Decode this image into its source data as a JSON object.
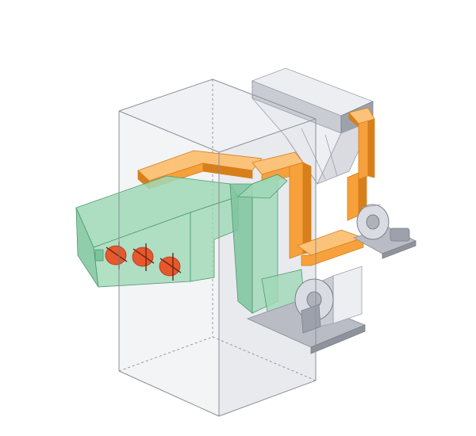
{
  "diagram": {
    "kind": "isometric-ductwork-illustration",
    "colors": {
      "background": "#ffffff",
      "building_fill": "#e4e6ec",
      "building_side": "#d3d6de",
      "building_line": "#8c8f99",
      "green_duct": "#9fd8b6",
      "green_duct_dark": "#7cc49c",
      "green_line": "#4f9a70",
      "orange_duct": "#f7a13c",
      "orange_duct_light": "#fbc27a",
      "orange_line": "#d77f1a",
      "damper_red": "#e8582c",
      "equipment_grey": "#c9ccd3",
      "equipment_dark": "#9da1ab",
      "base_plate": "#b9bcc4"
    },
    "components": [
      {
        "name": "building-enclosure",
        "icon": "building-box"
      },
      {
        "name": "green-supply-duct",
        "icon": "duct"
      },
      {
        "name": "orange-exhaust-duct",
        "icon": "duct"
      },
      {
        "name": "dampers",
        "count": 3,
        "icon": "damper-valve"
      },
      {
        "name": "dust-collector-hopper",
        "icon": "hopper"
      },
      {
        "name": "small-exhaust-fan",
        "icon": "centrifugal-fan"
      },
      {
        "name": "large-supply-fan",
        "icon": "centrifugal-fan"
      }
    ]
  }
}
